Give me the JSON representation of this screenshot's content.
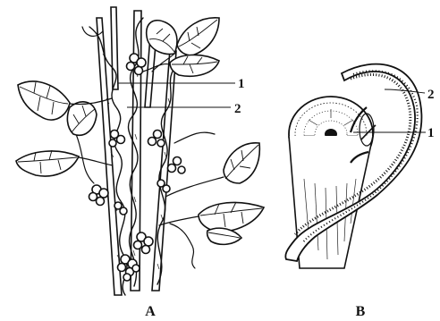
{
  "figure": {
    "panel_a": {
      "label": "A",
      "callouts": [
        "1",
        "2"
      ]
    },
    "panel_b": {
      "label": "B",
      "callouts": [
        "2",
        "1"
      ]
    }
  }
}
